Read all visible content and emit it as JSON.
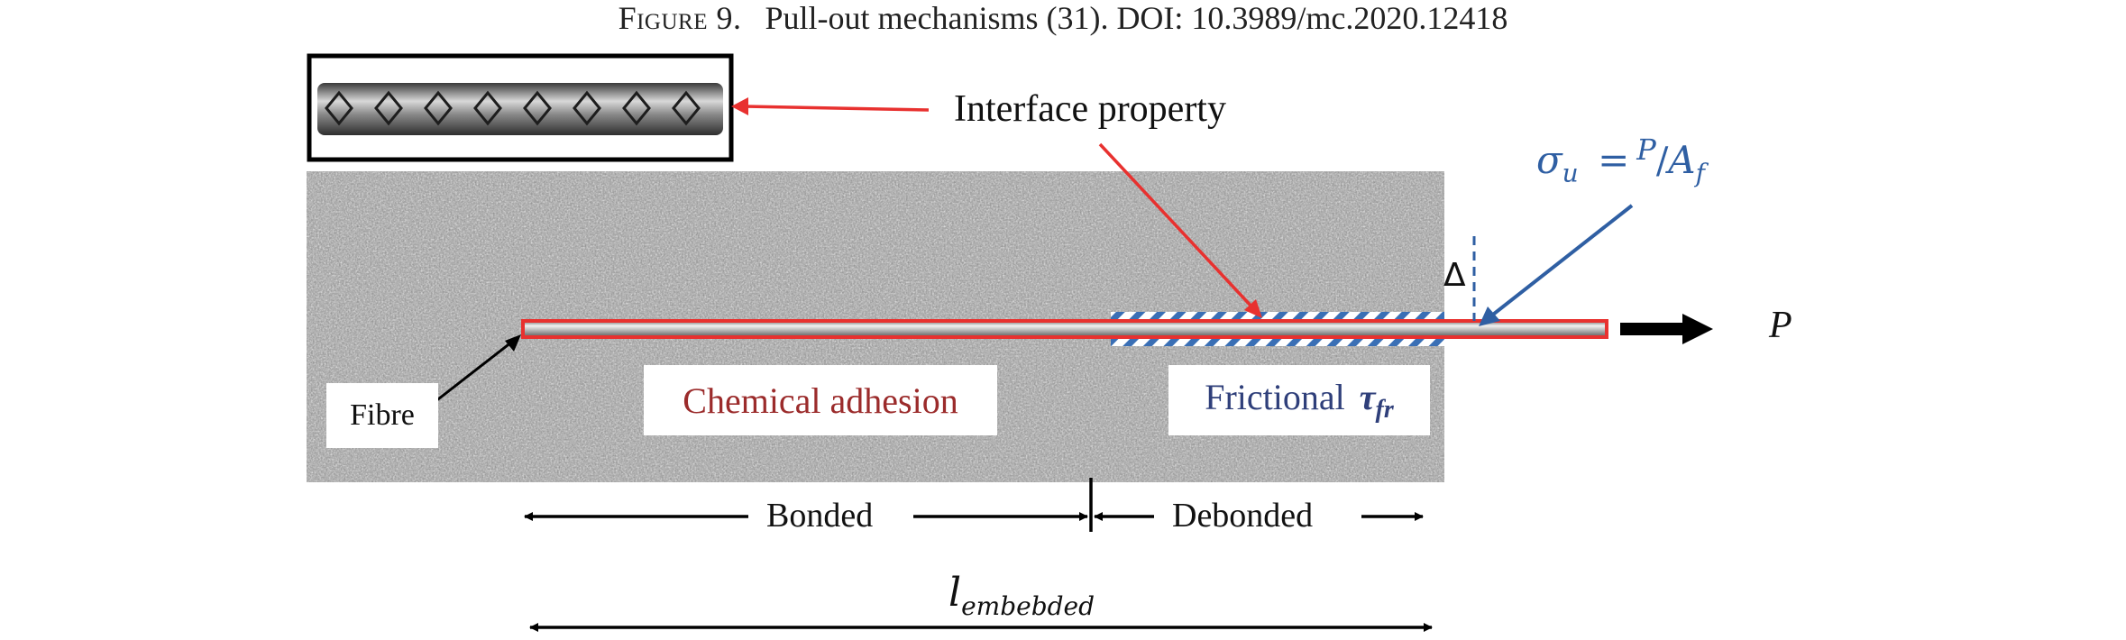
{
  "caption": {
    "figure": "Figure 9.",
    "text": "Pull-out mechanisms (31). DOI: 10.3989/mc.2020.12418"
  },
  "labels": {
    "interface": "Interface property",
    "fibre": "Fibre",
    "chemical": "Chemical adhesion",
    "frictional": "Frictional",
    "tau": "τ",
    "tau_sub": "fr",
    "bonded": "Bonded",
    "debonded": "Debonded",
    "delta": "Δ",
    "load": "P",
    "sigma": "σ",
    "sigma_sub": "u",
    "equals": "=",
    "num": "P",
    "den": "A",
    "den_sub": "f",
    "l": "l",
    "l_sub": "embebded"
  },
  "colors": {
    "red": "#e8312f",
    "blue": "#2f5fa3",
    "chem_text": "#9b2b2b",
    "fric_text": "#2f3f7a",
    "matrix": "#8c8c8c"
  }
}
